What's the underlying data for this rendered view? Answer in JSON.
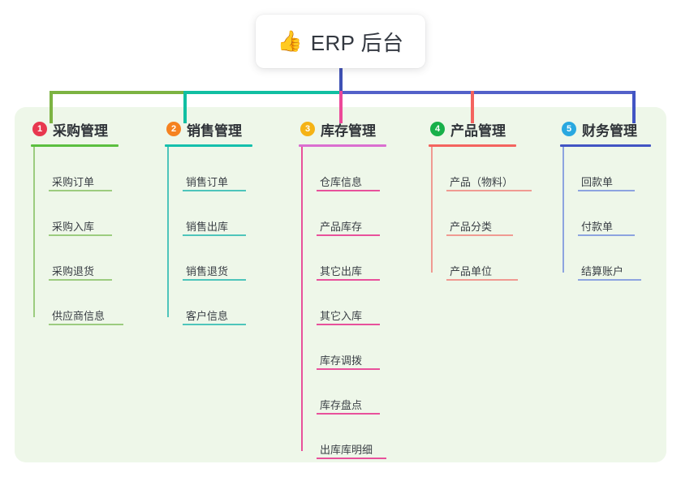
{
  "root": {
    "icon": "thumbs-up-icon",
    "emoji": "👍",
    "title": "ERP 后台"
  },
  "colors": {
    "panel_background": "#eef7e9",
    "page_background": "#ffffff",
    "root_stem": "#3f51b5",
    "bus_green": "#7cb342",
    "bus_teal": "#11bfa2",
    "bus_blue": "#5361c9"
  },
  "branches": [
    {
      "number": "1",
      "label": "采购管理",
      "badge_color": "#e8384f",
      "rule_color": "#5bbf3f",
      "rule_width": 108,
      "spine_height": 210,
      "children": [
        {
          "label": "采购订单",
          "rule_width": 78
        },
        {
          "label": "采购入库",
          "rule_width": 78
        },
        {
          "label": "采购退货",
          "rule_width": 78
        },
        {
          "label": "供应商信息",
          "rule_width": 92
        }
      ]
    },
    {
      "number": "2",
      "label": "销售管理",
      "badge_color": "#f58220",
      "rule_color": "#14c0ac",
      "rule_width": 108,
      "spine_height": 210,
      "children": [
        {
          "label": "销售订单",
          "rule_width": 78
        },
        {
          "label": "销售出库",
          "rule_width": 78
        },
        {
          "label": "销售退货",
          "rule_width": 78
        },
        {
          "label": "客户信息",
          "rule_width": 78
        }
      ]
    },
    {
      "number": "3",
      "label": "库存管理",
      "badge_color": "#f5b315",
      "rule_color": "#da6fd0",
      "rule_width": 108,
      "spine_height": 375,
      "children": [
        {
          "label": "仓库信息",
          "rule_width": 78
        },
        {
          "label": "产品库存",
          "rule_width": 78
        },
        {
          "label": "其它出库",
          "rule_width": 78
        },
        {
          "label": "其它入库",
          "rule_width": 78
        },
        {
          "label": "库存调拨",
          "rule_width": 78
        },
        {
          "label": "库存盘点",
          "rule_width": 78
        },
        {
          "label": "出库库明细",
          "rule_width": 86
        }
      ]
    },
    {
      "number": "4",
      "label": "产品管理",
      "badge_color": "#18b04a",
      "rule_color": "#f4645f",
      "rule_width": 108,
      "spine_height": 155,
      "children": [
        {
          "label": "产品（物料）",
          "rule_width": 105
        },
        {
          "label": "产品分类",
          "rule_width": 82
        },
        {
          "label": "产品单位",
          "rule_width": 88
        }
      ]
    },
    {
      "number": "5",
      "label": "财务管理",
      "badge_color": "#29a8e0",
      "rule_color": "#4255c4",
      "rule_width": 112,
      "spine_height": 155,
      "children": [
        {
          "label": "回款单",
          "rule_width": 70
        },
        {
          "label": "付款单",
          "rule_width": 70
        },
        {
          "label": "结算账户",
          "rule_width": 78
        }
      ]
    }
  ]
}
